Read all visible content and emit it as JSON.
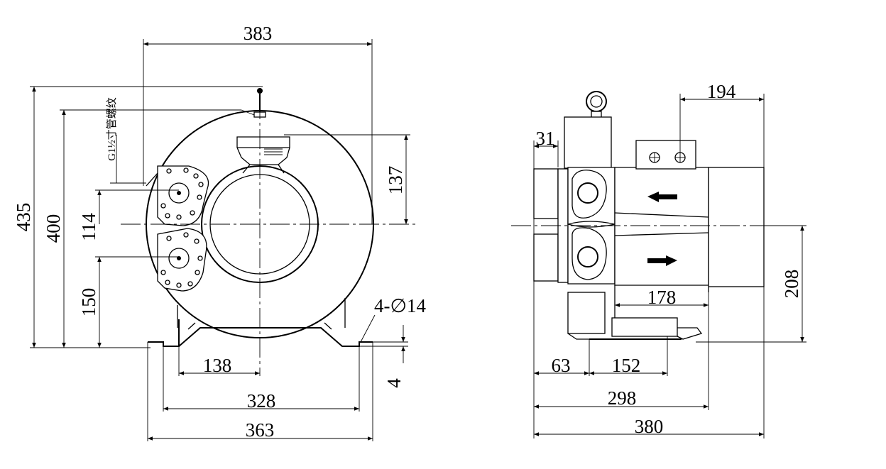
{
  "diagram": {
    "front_view": {
      "dims": {
        "overall_width": "383",
        "overall_height": "435",
        "flange_height": "400",
        "inlet_offset": "114",
        "outlet_height": "150",
        "top_offset": "137",
        "half_base": "138",
        "mount_spacing": "328",
        "base_width": "363",
        "base_thickness": "4"
      },
      "mount_holes": "4-∅14",
      "thread_note": "G1½寸管螺纹"
    },
    "side_view": {
      "dims": {
        "flange_depth": "31",
        "motor_offset": "194",
        "center_height": "208",
        "motor_width": "178",
        "foot_offset": "63",
        "foot_length": "152",
        "body_length": "298",
        "overall_length": "380"
      }
    }
  }
}
